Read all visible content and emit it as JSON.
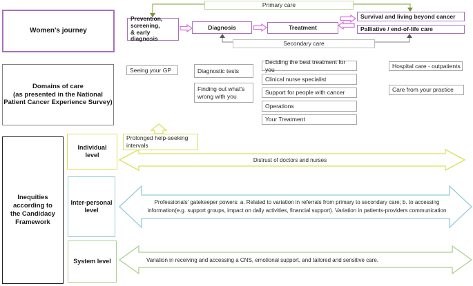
{
  "colors": {
    "purple": "#a96ebc",
    "magenta": "#d96ed9",
    "olive_green": "#94b44f",
    "olive_green_dark": "#76923c",
    "olive_light": "#c3d69b",
    "gray_border": "#a6a6a6",
    "gray_light": "#bfbfbf",
    "connector_gray": "#808080",
    "yellow_green": "#d9e056",
    "cyan": "#92cddc",
    "light_green": "#a9d18e",
    "black": "#1f1f1f"
  },
  "journey": {
    "title": "Women's journey",
    "primary_care": "Primary care",
    "secondary_care": "Secondary care",
    "prevention": "Prevention,\nscreening,\n& early diagnosis",
    "diagnosis": "Diagnosis",
    "treatment": "Treatment",
    "survival": "Survival and living beyond cancer",
    "palliative": "Palliative / end-of-life care"
  },
  "domains": {
    "title": "Domains of care\n(as presented in the National\nPatient  Cancer Experience Survey)",
    "items": {
      "gp": "Seeing your GP",
      "diagnostic_tests": "Diagnostic tests",
      "finding_out": "Finding out what's\nwrong with you",
      "deciding": "Deciding the best treatment for you",
      "cns": "Clinical nurse specialist",
      "support": "Support for people with cancer",
      "operations": "Operations",
      "your_treatment": "Your Treatment",
      "hospital": "Hospital care - outpatients",
      "practice": "Care from your practice"
    }
  },
  "inequities": {
    "title": "Inequities\naccording to\nthe Candidacy\nFramework",
    "individual": "Individual\nlevel",
    "interpersonal": "Inter-personal\nlevel",
    "system": "System level",
    "prolonged": "Prolonged help-seeking\nintervals",
    "distrust": "Distrust of doctors and nurses",
    "interpersonal_text": "Professionals' gatekeeper powers: a. Related to  variation in referrals from primary to secondary care; b. to accessing information(e.g. support groups, impact on daily activities, financial support). Variation in patients-providers communication",
    "system_text": "Variation in receiving and accessing a CNS, emotional support, and  tailored and sensitive care."
  }
}
